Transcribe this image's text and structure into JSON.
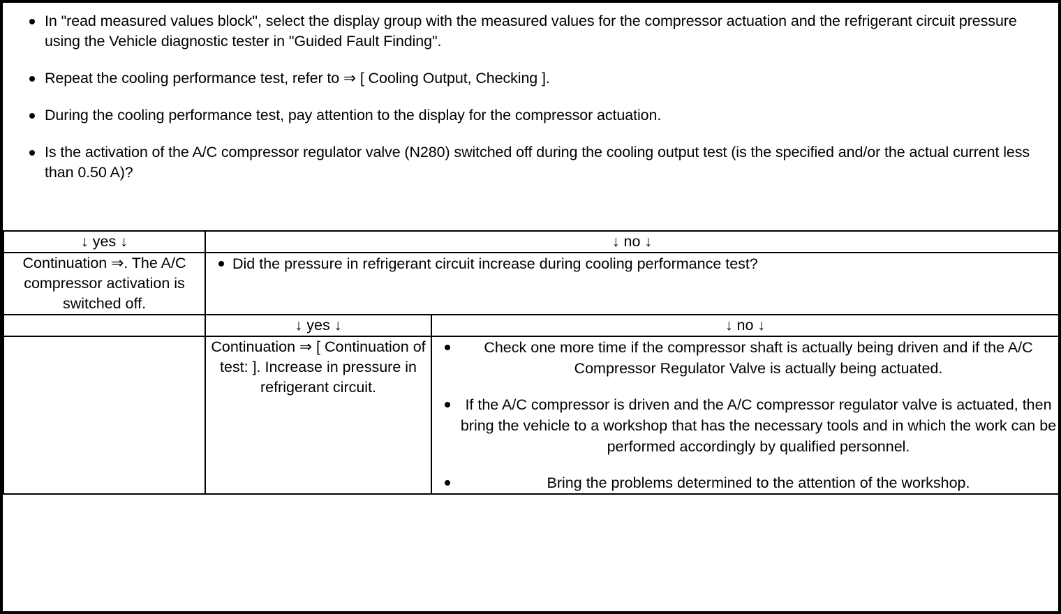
{
  "document": {
    "type": "diagnostic-decision-flow",
    "intro_bullets": [
      "In \"read measured values block\", select the display group with the measured values for the compressor actuation and the refrigerant circuit pressure using the Vehicle diagnostic tester in \"Guided Fault Finding\".",
      "Repeat the cooling performance test, refer to ⇒ [ Cooling Output, Checking ].",
      "During the cooling performance test, pay attention to the display for the compressor actuation.",
      "Is the activation of the A/C compressor regulator valve (N280) switched off during the cooling output test (is the specified and/or the actual current less than 0.50 A)?"
    ],
    "table": {
      "row1_header": {
        "yes": "↓ yes ↓",
        "no": "↓ no ↓"
      },
      "row2": {
        "yes_cell": "Continuation ⇒. The A/C compressor activation is switched off.",
        "no_cell_bullet": "Did the pressure in refrigerant circuit increase during cooling performance test?"
      },
      "row3_header": {
        "empty": "",
        "yes": "↓ yes ↓",
        "no": "↓ no ↓"
      },
      "row4": {
        "empty": "",
        "yes_cell": "Continuation ⇒ [ Continuation of test: ]. Increase in pressure in refrigerant circuit.",
        "no_cell_bullets": [
          "Check one more time if the compressor shaft is actually being driven and if the A/C Compressor Regulator Valve is actually being actuated.",
          " If the A/C compressor is driven and the A/C compressor regulator valve is actuated, then bring the vehicle to a workshop that has the necessary tools and in which the work can be performed accordingly by qualified personnel.",
          "Bring the problems determined to the attention of the workshop."
        ]
      }
    },
    "colors": {
      "text": "#000000",
      "background": "#ffffff",
      "border": "#000000"
    }
  }
}
